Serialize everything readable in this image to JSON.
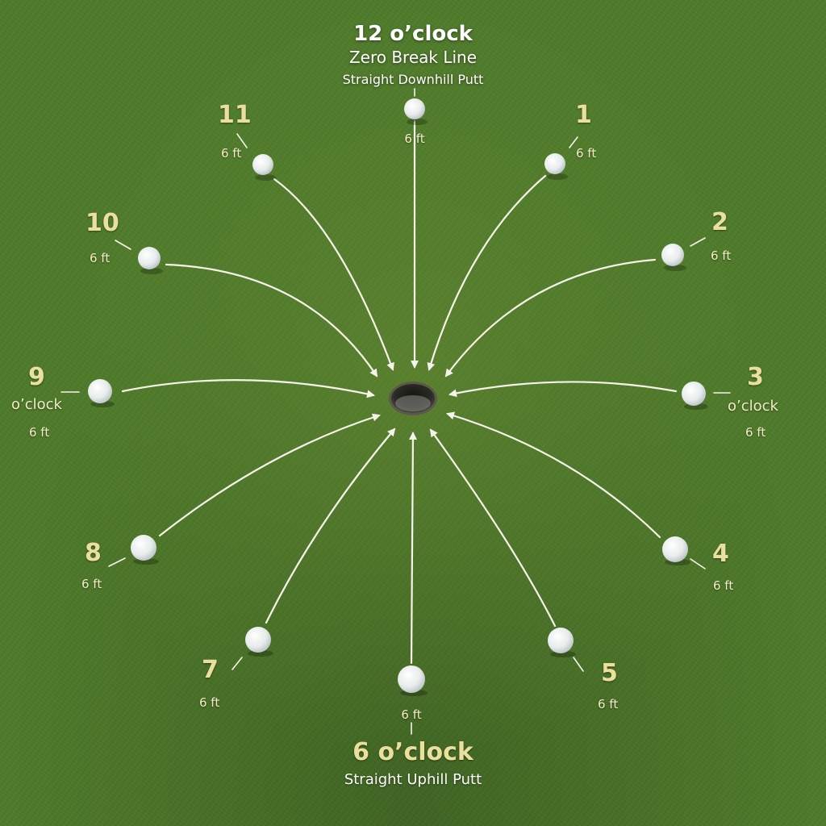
{
  "colors": {
    "green": "#4e7a2a",
    "line": "#f6f4ea",
    "label_gold": "#eadf9c",
    "label_text": "#f3ecc6",
    "ball": "#f2f4f3",
    "cup": "#2b2b25"
  },
  "top": {
    "title": "12 o’clock",
    "subtitle": "Zero Break Line",
    "caption": "Straight Downhill Putt",
    "distance": "6 ft"
  },
  "bottom": {
    "title": "6 o’clock",
    "caption": "Straight Uphill Putt",
    "distance": "6 ft"
  },
  "stations": {
    "s1": {
      "num": "1",
      "distance": "6 ft"
    },
    "s2": {
      "num": "2",
      "distance": "6 ft"
    },
    "s3": {
      "num": "3",
      "suffix": "o’clock",
      "distance": "6 ft"
    },
    "s4": {
      "num": "4",
      "distance": "6 ft"
    },
    "s5": {
      "num": "5",
      "distance": "6 ft"
    },
    "s7": {
      "num": "7",
      "distance": "6 ft"
    },
    "s8": {
      "num": "8",
      "distance": "6 ft"
    },
    "s9": {
      "num": "9",
      "suffix": "o’clock",
      "distance": "6 ft"
    },
    "s10": {
      "num": "10",
      "distance": "6 ft"
    },
    "s11": {
      "num": "11",
      "distance": "6 ft"
    }
  }
}
